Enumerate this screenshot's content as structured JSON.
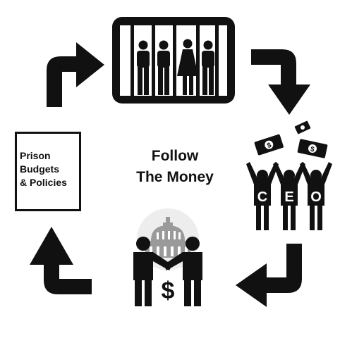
{
  "title": {
    "line1": "Follow",
    "line2": "The Money"
  },
  "policy_box": {
    "line1": "Prison",
    "line2": "Budgets",
    "line3": "& Policies"
  },
  "ceo": {
    "c": "C",
    "e": "E",
    "o": "O"
  },
  "currency_symbol": "$",
  "colors": {
    "ink": "#111111",
    "dome": "#9a9a9a",
    "background": "#ffffff"
  },
  "icons": [
    "prison-bars-icon",
    "ceo-celebration-icon",
    "money-handshake-icon",
    "capitol-dome-icon",
    "dollar-bill-icon",
    "cycle-arrow-icon"
  ]
}
